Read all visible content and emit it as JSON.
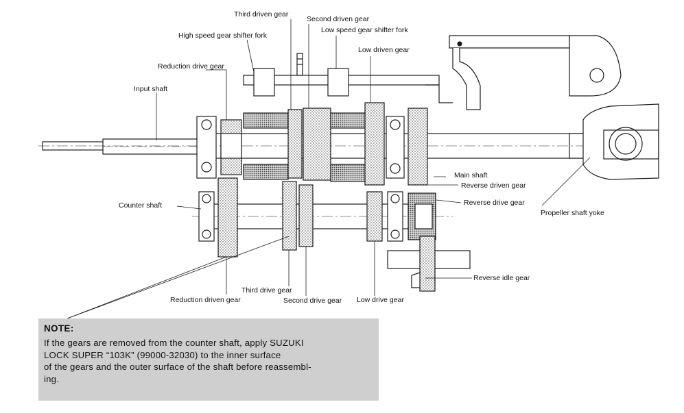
{
  "labels": {
    "third_driven_gear": "Third driven gear",
    "second_driven_gear": "Second driven gear",
    "high_speed_shifter_fork": "High speed gear shifter fork",
    "low_speed_shifter_fork": "Low speed gear shifter fork",
    "low_driven_gear": "Low driven gear",
    "reduction_drive_gear": "Reduction drive gear",
    "input_shaft": "Input shaft",
    "main_shaft": "Main shaft",
    "reverse_driven_gear": "Reverse driven gear",
    "reverse_drive_gear": "Reverse drive gear",
    "propeller_shaft_yoke": "Propeller shaft yoke",
    "counter_shaft": "Counter shaft",
    "reverse_idle_gear": "Reverse idle gear",
    "third_drive_gear": "Third drive gear",
    "reduction_driven_gear": "Reduction driven gear",
    "second_drive_gear": "Second drive gear",
    "low_drive_gear": "Low drive gear"
  },
  "note": {
    "title": "NOTE:",
    "lines": [
      "If the gears are removed from the counter shaft, apply SUZUKI",
      "LOCK SUPER “103K” (99000-32030) to the inner surface",
      "of the gears and the outer surface of the shaft before reassembl-",
      "ing."
    ]
  },
  "colors": {
    "line": "#1a1a1a",
    "hatch": "#8a8a8a",
    "note_background": "#cfcfcf"
  }
}
